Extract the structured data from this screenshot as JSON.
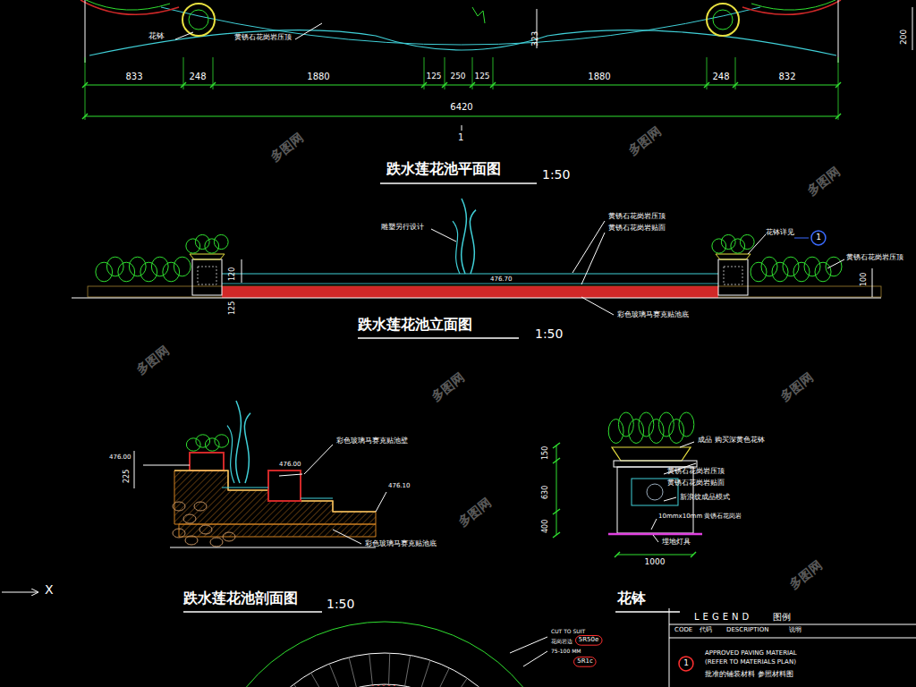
{
  "diagram": {
    "nodes": [
      {
        "text": [
          "1"
        ]
      },
      {
        "text": [
          "5R50e"
        ]
      },
      {
        "text": [
          "5R1c"
        ]
      },
      {
        "text": [
          "1"
        ]
      }
    ],
    "labels": [
      "花钵",
      "黄锈石花岗岩压顶",
      "323",
      "200",
      "833",
      "248",
      "1880",
      "125",
      "250",
      "125",
      "1880",
      "248",
      "832",
      "6420",
      "1",
      "跌水莲花池平面图",
      "1:50",
      "雕塑另行设计",
      "黄锈石花岗岩压顶",
      "黄锈石花岗岩贴面",
      "花钵详见",
      "黄锈石花岗岩压顶",
      "476.70",
      "100",
      "120",
      "125",
      "彩色玻璃马赛克贴池底",
      "跌水莲花池立面图",
      "1:50",
      "476.00",
      "225",
      "476.00",
      "476.10",
      "彩色玻璃马赛克贴池壁",
      "彩色玻璃马赛克贴池底",
      "跌水莲花池剖面图",
      "1:50",
      "成品 购买深黄色花钵",
      "黄锈石花岗岩压顶",
      "黄锈石花岗岩贴面",
      "新浪纹成品模式",
      "10mmx10mm 黄锈石花岗岩",
      "埋地灯具",
      "150",
      "630",
      "400",
      "1000",
      "花钵",
      "X",
      "CUT TO SUIT",
      "花岗岩边",
      "75-100 MM",
      "LEGEND",
      "图例",
      "CODE",
      "代码",
      "DESCRIPTION",
      "说明",
      "APPROVED PAVING MATERIAL",
      "(REFER TO MATERIALS PLAN)",
      "批准的铺装材料 参照材料图",
      "多图网",
      "多图网",
      "多图网",
      "多图网",
      "多图网",
      "多图网",
      "多图网",
      "多图网"
    ]
  }
}
